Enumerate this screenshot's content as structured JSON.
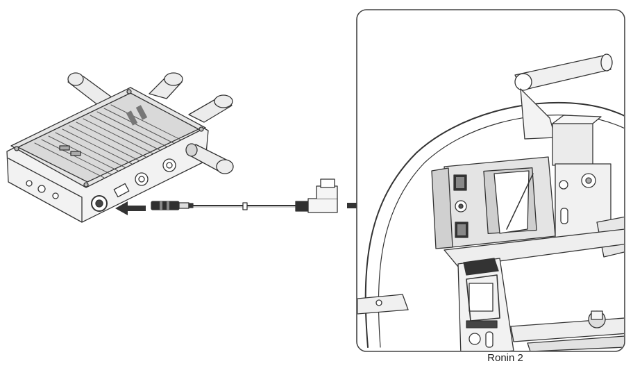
{
  "figure": {
    "caption": "Ronin 2",
    "icons": {
      "transmitter": "video-transmitter-device",
      "cable": "power-cable-with-right-angle-plug",
      "gimbal": "ronin-2-gimbal-illustration",
      "arrow_left": "arrow-left-icon",
      "arrow_right": "arrow-right-icon"
    },
    "colors": {
      "line": "#333333",
      "fill_light": "#e9e9e9",
      "fill_mid": "#cfcfcf",
      "fill_dark": "#555555",
      "panel_border": "#444444"
    }
  }
}
